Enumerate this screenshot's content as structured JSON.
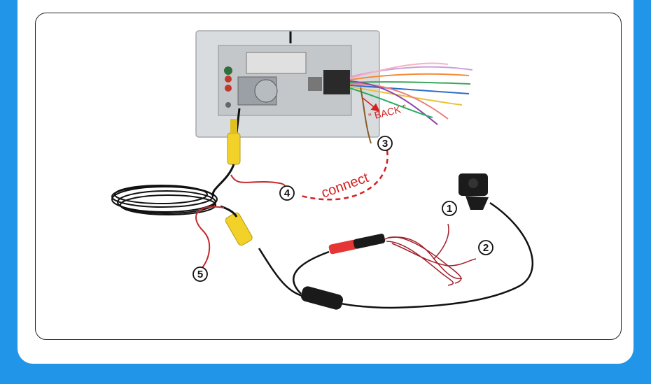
{
  "colors": {
    "background": "#2196e8",
    "card": "#ffffff",
    "annotation_red": "#d42020",
    "rca_yellow": "#f2d229",
    "cable_black": "#111111"
  },
  "annotations": {
    "back_label": "“ BACK ”",
    "connect_label": "connect",
    "markers": [
      "1",
      "2",
      "3",
      "4",
      "5"
    ]
  }
}
